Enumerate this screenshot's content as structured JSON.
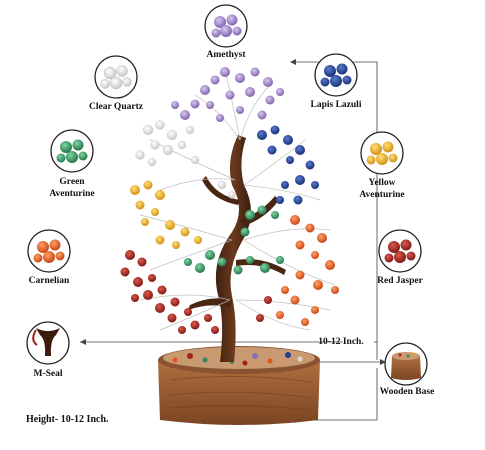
{
  "stones": [
    {
      "id": "amethyst",
      "label": "Amethyst",
      "color": "#8a6fb5",
      "light": "#c8b6e3"
    },
    {
      "id": "clear-quartz",
      "label": "Clear Quartz",
      "color": "#d9d9d9",
      "light": "#ffffff"
    },
    {
      "id": "lapis-lazuli",
      "label": "Lapis Lazuli",
      "color": "#1f3f8f",
      "light": "#5f7fd0"
    },
    {
      "id": "green-aventurine",
      "label_line1": "Green",
      "label_line2": "Aventurine",
      "color": "#2e8a58",
      "light": "#6cc48e"
    },
    {
      "id": "yellow-aventurine",
      "label_line1": "Yellow",
      "label_line2": "Aventurine",
      "color": "#e3a21a",
      "light": "#ffd05a"
    },
    {
      "id": "carnelian",
      "label": "Carnelian",
      "color": "#e0521b",
      "light": "#ff9960"
    },
    {
      "id": "red-jasper",
      "label": "Red Jasper",
      "color": "#a3201a",
      "light": "#d4544a"
    },
    {
      "id": "m-seal",
      "label": "M-Seal"
    },
    {
      "id": "wooden-base",
      "label": "Wooden Base"
    }
  ],
  "dimension_label": "10-12 Inch.",
  "height_note": "Height- 10-12 Inch."
}
